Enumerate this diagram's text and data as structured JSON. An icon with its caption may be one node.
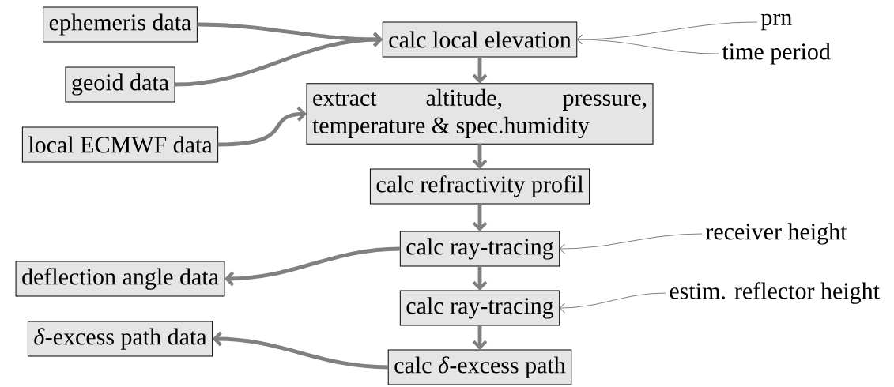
{
  "diagram": {
    "nodes": [
      {
        "text": [
          "ephemeris data"
        ]
      },
      {
        "text": [
          "geoid data"
        ]
      },
      {
        "text": [
          "local ECMWF data"
        ]
      },
      {
        "text": [
          "calc local elevation"
        ]
      },
      {
        "text": [
          "extract altitude, pressure, temperature & spec.humidity"
        ]
      },
      {
        "text": [
          "calc refractivity profil"
        ]
      },
      {
        "text": [
          "calc ray-tracing"
        ]
      },
      {
        "text": [
          "calc ray-tracing"
        ]
      },
      {
        "text": [
          "calc *δ*-excess path"
        ]
      },
      {
        "text": [
          "deflection angle data"
        ]
      },
      {
        "text": [
          "*δ*-excess path data"
        ]
      },
      {
        "text": [
          "prn"
        ]
      },
      {
        "text": [
          "time period"
        ]
      },
      {
        "text": [
          "receiver height"
        ]
      },
      {
        "text": [
          "estim. reflector height"
        ]
      }
    ],
    "edges": [
      {
        "from": 0,
        "to": 3,
        "arrow": "to"
      },
      {
        "from": 1,
        "to": 3,
        "arrow": "to"
      },
      {
        "from": 2,
        "to": 4,
        "arrow": "to"
      },
      {
        "from": 3,
        "to": 4,
        "arrow": "to"
      },
      {
        "from": 4,
        "to": 5,
        "arrow": "to"
      },
      {
        "from": 5,
        "to": 6,
        "arrow": "to"
      },
      {
        "from": 6,
        "to": 7,
        "arrow": "to"
      },
      {
        "from": 7,
        "to": 8,
        "arrow": "to"
      },
      {
        "from": 6,
        "to": 9,
        "arrow": "to"
      },
      {
        "from": 8,
        "to": 10,
        "arrow": "to"
      },
      {
        "from": 11,
        "to": 3,
        "arrow": "to"
      },
      {
        "from": 12,
        "to": 3,
        "arrow": "to"
      },
      {
        "from": 13,
        "to": 6,
        "arrow": "to"
      },
      {
        "from": 14,
        "to": 7,
        "arrow": "to"
      }
    ]
  }
}
